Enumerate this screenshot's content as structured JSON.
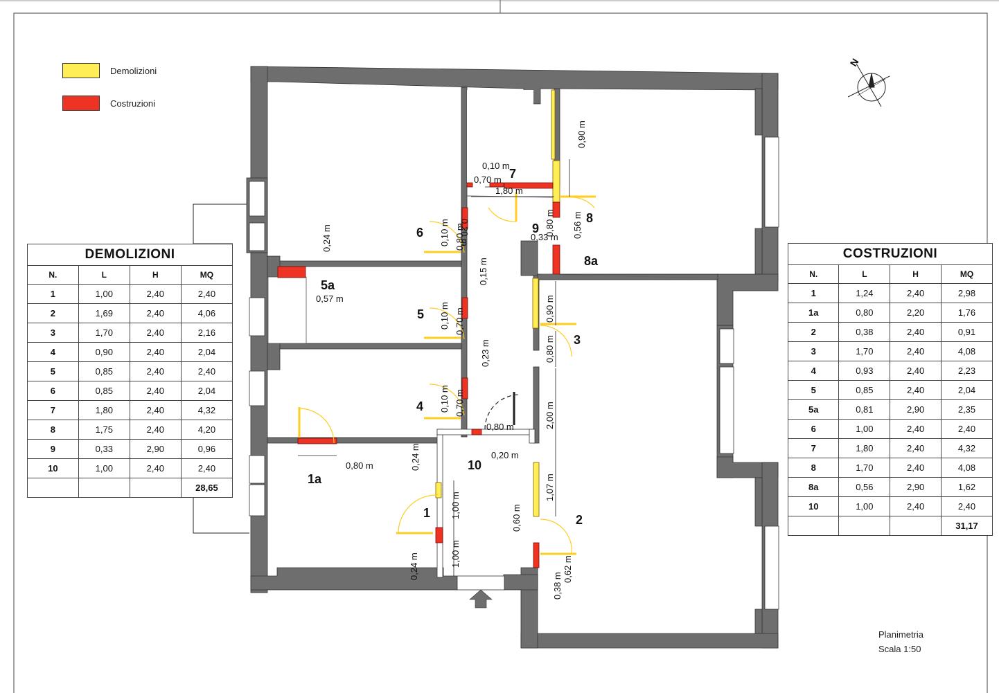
{
  "legend": {
    "demolizioni": {
      "label": "Demolizioni",
      "color": "#ffee55"
    },
    "costruzioni": {
      "label": "Costruzioni",
      "color": "#ee3322"
    }
  },
  "colors": {
    "wall": "#6e6e6e",
    "demolition": "#ffee55",
    "construction": "#ee3322"
  },
  "demolizioni_table": {
    "title": "DEMOLIZIONI",
    "headers": [
      "N.",
      "L",
      "H",
      "MQ"
    ],
    "rows": [
      [
        "1",
        "1,00",
        "2,40",
        "2,40"
      ],
      [
        "2",
        "1,69",
        "2,40",
        "4,06"
      ],
      [
        "3",
        "1,70",
        "2,40",
        "2,16"
      ],
      [
        "4",
        "0,90",
        "2,40",
        "2,04"
      ],
      [
        "5",
        "0,85",
        "2,40",
        "2,40"
      ],
      [
        "6",
        "0,85",
        "2,40",
        "2,04"
      ],
      [
        "7",
        "1,80",
        "2,40",
        "4,32"
      ],
      [
        "8",
        "1,75",
        "2,40",
        "4,20"
      ],
      [
        "9",
        "0,33",
        "2,90",
        "0,96"
      ],
      [
        "10",
        "1,00",
        "2,40",
        "2,40"
      ]
    ],
    "total": "28,65"
  },
  "costruzioni_table": {
    "title": "COSTRUZIONI",
    "headers": [
      "N.",
      "L",
      "H",
      "MQ"
    ],
    "rows": [
      [
        "1",
        "1,24",
        "2,40",
        "2,98"
      ],
      [
        "1a",
        "0,80",
        "2,20",
        "1,76"
      ],
      [
        "2",
        "0,38",
        "2,40",
        "0,91"
      ],
      [
        "3",
        "1,70",
        "2,40",
        "4,08"
      ],
      [
        "4",
        "0,93",
        "2,40",
        "2,23"
      ],
      [
        "5",
        "0,85",
        "2,40",
        "2,04"
      ],
      [
        "5a",
        "0,81",
        "2,90",
        "2,35"
      ],
      [
        "6",
        "1,00",
        "2,40",
        "2,40"
      ],
      [
        "7",
        "1,80",
        "2,40",
        "4,32"
      ],
      [
        "8",
        "1,70",
        "2,40",
        "4,08"
      ],
      [
        "8a",
        "0,56",
        "2,90",
        "1,62"
      ],
      [
        "10",
        "1,00",
        "2,40",
        "2,40"
      ]
    ],
    "total": "31,17"
  },
  "caption": {
    "title": "Planimetria",
    "scale": "Scala 1:50"
  },
  "compass": {
    "north": "N",
    "icon": "compass-north-icon"
  },
  "plan": {
    "markers": [
      "1",
      "1a",
      "2",
      "3",
      "4",
      "5",
      "5a",
      "6",
      "7",
      "8",
      "8a",
      "9",
      "10"
    ],
    "dimensions": {
      "d010": "0,10 m",
      "d070a": "0,70 m",
      "d180": "1,80 m",
      "d090top": "0,90 m",
      "d020v": "0,20 m",
      "d080v8": "0,80 m",
      "d056": "0,56 m",
      "d033": "0,33 m",
      "d024top": "0,24 m",
      "d057": "0,57 m",
      "d010r6": "0,10 m",
      "d080r6": "0,80 m",
      "d015": "0,15 m",
      "d010r5": "0,10 m",
      "d070r5": "0,70 m",
      "d090r3": "0,90 m",
      "d080r3": "0,80 m",
      "d023": "0,23 m",
      "d010r4": "0,10 m",
      "d070r4": "0,70 m",
      "d080h4": "0,80 m",
      "d200": "2,00 m",
      "d020h10": "0,20 m",
      "d080h1a": "0,80 m",
      "d024r1": "0,24 m",
      "d100a": "1,00 m",
      "d107": "1,07 m",
      "d060": "0,60 m",
      "d100b": "1,00 m",
      "d024b": "0,24 m",
      "d038": "0,38 m",
      "d062": "0,62 m"
    }
  }
}
